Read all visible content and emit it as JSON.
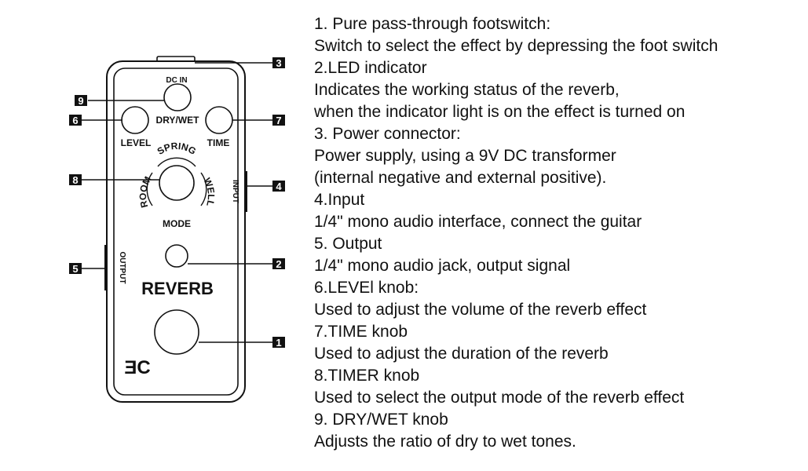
{
  "pedal": {
    "labels": {
      "dc_in": "DC IN",
      "dry_wet": "DRY/WET",
      "level": "LEVEL",
      "time": "TIME",
      "spring": "SPRING",
      "room": "ROOM",
      "well": "WELL",
      "mode": "MODE",
      "input": "INPUT",
      "output": "OUTPUT",
      "name": "REVERB",
      "logo": "ƎC"
    }
  },
  "callouts": [
    "1",
    "2",
    "3",
    "4",
    "5",
    "6",
    "7",
    "8",
    "9"
  ],
  "description": [
    "1. Pure pass-through footswitch:",
    "Switch to select the effect by depressing the foot switch",
    "2.LED indicator",
    "Indicates the working status of the reverb,",
    "when the indicator light is on the effect is turned on",
    "3. Power connector:",
    "Power supply, using a 9V DC transformer",
    "(internal negative and external positive).",
    "4.Input",
    "1/4\" mono audio interface, connect the guitar",
    "5. Output",
    "1/4\" mono audio jack, output signal",
    "6.LEVEl knob:",
    "Used to adjust the volume of the reverb effect",
    "7.TIME knob",
    "Used to adjust the duration of the reverb",
    "8.TIMER knob",
    "Used to select the output mode of the reverb effect",
    "9. DRY/WET knob",
    "Adjusts the ratio of dry to wet tones."
  ]
}
